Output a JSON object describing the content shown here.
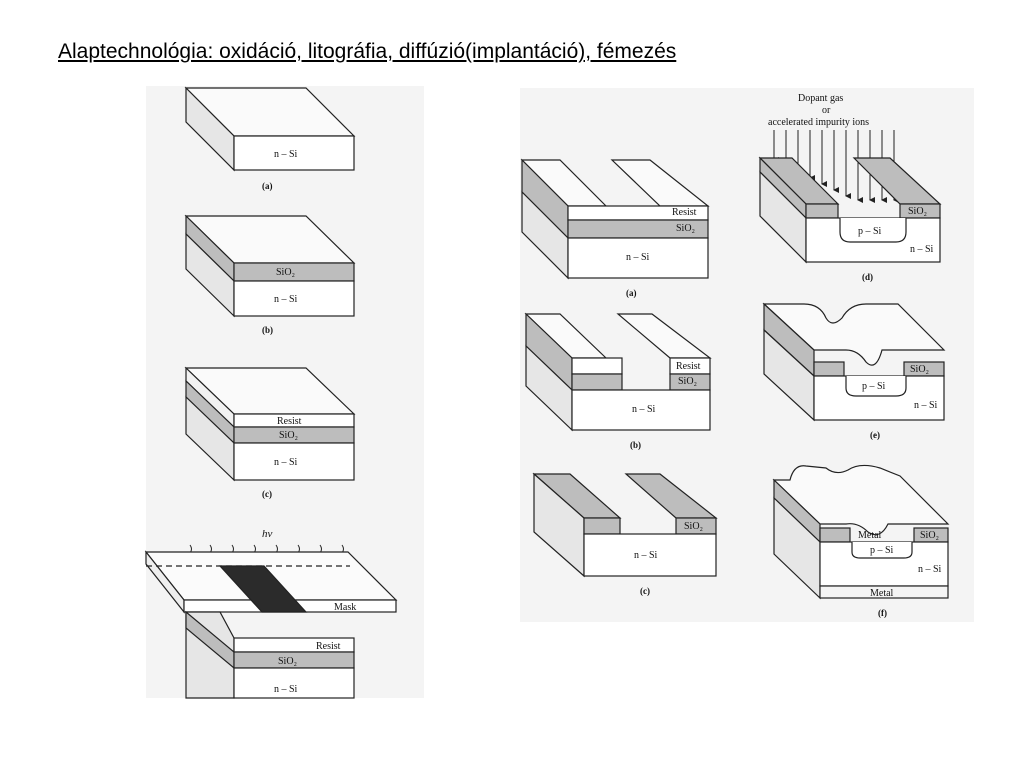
{
  "title": "Alaptechnológia: oxidáció, litográfia, diffúzió(implantáció), fémezés",
  "left_panel": {
    "step_a": {
      "caption": "(a)",
      "layers": [
        "n – Si"
      ]
    },
    "step_b": {
      "caption": "(b)",
      "layers": [
        "SiO₂",
        "n – Si"
      ]
    },
    "step_c": {
      "caption": "(c)",
      "layers": [
        "Resist",
        "SiO₂",
        "n – Si"
      ]
    },
    "step_d": {
      "light_label": "hν",
      "mask_label": "Mask",
      "layers": [
        "Resist",
        "SiO₂",
        "n – Si"
      ]
    }
  },
  "right_panel": {
    "fig_a": {
      "caption": "(a)",
      "labels": [
        "Resist",
        "SiO₂",
        "n – Si"
      ]
    },
    "fig_b": {
      "caption": "(b)",
      "labels": [
        "Resist",
        "SiO₂",
        "n – Si"
      ]
    },
    "fig_c": {
      "caption": "(c)",
      "labels": [
        "SiO₂",
        "n – Si"
      ]
    },
    "fig_d": {
      "caption": "(d)",
      "dopant_line1": "Dopant gas",
      "dopant_line2": "or",
      "dopant_line3": "accelerated impurity ions",
      "labels": [
        "SiO₂",
        "p – Si",
        "n – Si"
      ]
    },
    "fig_e": {
      "caption": "(e)",
      "labels": [
        "SiO₂",
        "p – Si",
        "n – Si"
      ]
    },
    "fig_f": {
      "caption": "(f)",
      "labels": [
        "Metal",
        "SiO₂",
        "p – Si",
        "n – Si",
        "Metal"
      ]
    }
  },
  "colors": {
    "oxide": "#bdbdbd",
    "silicon": "#ffffff",
    "mask_dark": "#2b2b2b",
    "outline": "#222222"
  }
}
